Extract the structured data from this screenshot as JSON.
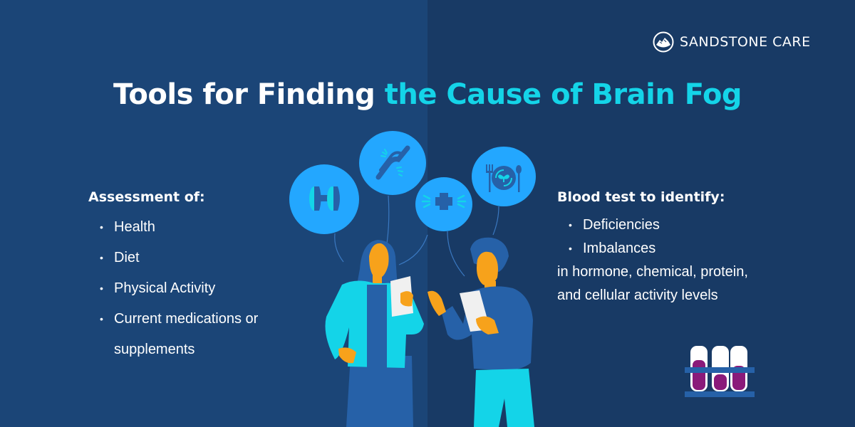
{
  "brand": {
    "logo_text": "SANDSTONE CARE",
    "logo_icon": "mountain-circle-icon"
  },
  "title": {
    "part1": "Tools for Finding",
    "part2": "the Cause of Brain Fog"
  },
  "colors": {
    "bg_left": "#1b4577",
    "bg_right": "#183a65",
    "accent_cyan": "#14d4e8",
    "bubble_blue": "#23a7ff",
    "skin_orange": "#f7a21b",
    "clothing_blue": "#2661a8"
  },
  "assessment": {
    "heading": "Assessment of:",
    "items": [
      {
        "label": "Health"
      },
      {
        "label": "Diet"
      },
      {
        "label": "Physical Activity"
      },
      {
        "label": "Current medications or",
        "cont": "supplements"
      }
    ]
  },
  "blood_test": {
    "heading": "Blood test to identify:",
    "items": [
      {
        "label": "Deficiencies"
      },
      {
        "label": "Imbalances"
      }
    ],
    "paragraph": "in hormone, chemical, protein, and cellular activity levels"
  },
  "icons": {
    "bubble1": "dumbbell-icon",
    "bubble2": "broken-bone-icon",
    "bubble3": "medical-cross-icon",
    "bubble4": "plate-utensils-icon",
    "lab": "test-tubes-icon"
  },
  "bullet_glyph": "•"
}
